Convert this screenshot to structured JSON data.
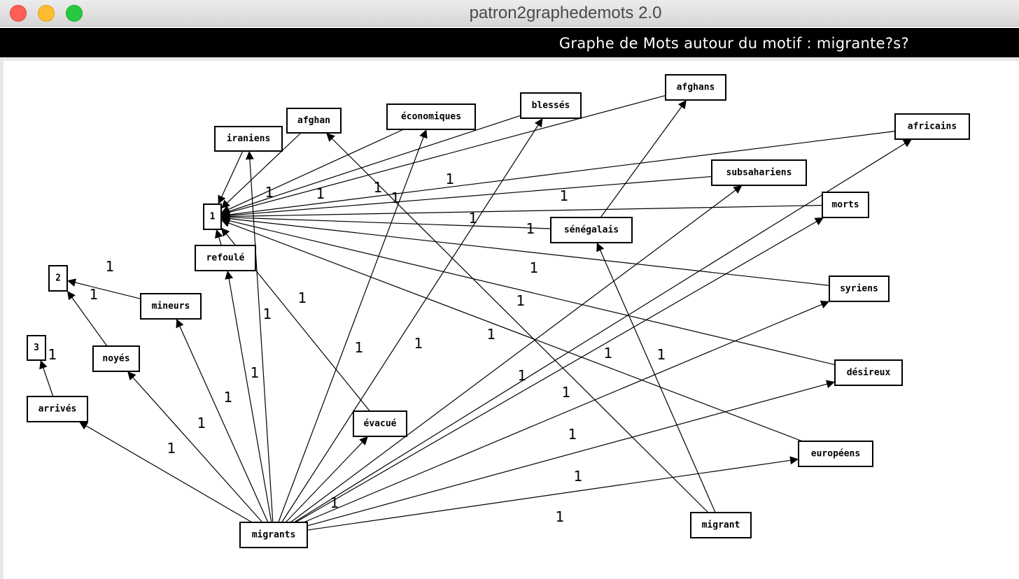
{
  "window": {
    "title": "patron2graphedemots 2.0",
    "colors": {
      "close": "#fe5f57",
      "minimize": "#febc2e",
      "maximize": "#28c840"
    }
  },
  "header": {
    "title": "Graphe de Mots autour du motif : migrante?s?"
  },
  "graph": {
    "nodes": [
      {
        "id": "one",
        "label": "1"
      },
      {
        "id": "two",
        "label": "2"
      },
      {
        "id": "three",
        "label": "3"
      },
      {
        "id": "iraniens",
        "label": "iraniens"
      },
      {
        "id": "afghan",
        "label": "afghan"
      },
      {
        "id": "economiques",
        "label": "économiques"
      },
      {
        "id": "blesses",
        "label": "blessés"
      },
      {
        "id": "afghans",
        "label": "afghans"
      },
      {
        "id": "africains",
        "label": "africains"
      },
      {
        "id": "subsahariens",
        "label": "subsahariens"
      },
      {
        "id": "morts",
        "label": "morts"
      },
      {
        "id": "senegalais",
        "label": "sénégalais"
      },
      {
        "id": "syriens",
        "label": "syriens"
      },
      {
        "id": "refoule",
        "label": "refoulé"
      },
      {
        "id": "mineurs",
        "label": "mineurs"
      },
      {
        "id": "noyes",
        "label": "noyés"
      },
      {
        "id": "arrives",
        "label": "arrivés"
      },
      {
        "id": "evacue",
        "label": "évacué"
      },
      {
        "id": "desireux",
        "label": "désireux"
      },
      {
        "id": "europeens",
        "label": "européens"
      },
      {
        "id": "migrants",
        "label": "migrants"
      },
      {
        "id": "migrant",
        "label": "migrant"
      }
    ],
    "edges": [
      {
        "from": "iraniens",
        "to": "one",
        "label": ""
      },
      {
        "from": "afghan",
        "to": "one",
        "label": "1"
      },
      {
        "from": "economiques",
        "to": "one",
        "label": "1"
      },
      {
        "from": "blesses",
        "to": "one",
        "label": "1"
      },
      {
        "from": "afghans",
        "to": "one",
        "label": "1"
      },
      {
        "from": "africains",
        "to": "one",
        "label": "1"
      },
      {
        "from": "subsahariens",
        "to": "one",
        "label": "1"
      },
      {
        "from": "morts",
        "to": "one",
        "label": "1"
      },
      {
        "from": "senegalais",
        "to": "one",
        "label": "1"
      },
      {
        "from": "syriens",
        "to": "one",
        "label": "1"
      },
      {
        "from": "desireux",
        "to": "one",
        "label": "1"
      },
      {
        "from": "europeens",
        "to": "one",
        "label": "1"
      },
      {
        "from": "refoule",
        "to": "one",
        "label": ""
      },
      {
        "from": "mineurs",
        "to": "two",
        "label": "1"
      },
      {
        "from": "noyes",
        "to": "two",
        "label": "1"
      },
      {
        "from": "arrives",
        "to": "three",
        "label": "1"
      },
      {
        "from": "migrants",
        "to": "arrives",
        "label": "1"
      },
      {
        "from": "migrants",
        "to": "noyes",
        "label": "1"
      },
      {
        "from": "migrants",
        "to": "mineurs",
        "label": "1"
      },
      {
        "from": "migrants",
        "to": "refoule",
        "label": "1"
      },
      {
        "from": "migrants",
        "to": "iraniens",
        "label": "1"
      },
      {
        "from": "migrants",
        "to": "economiques",
        "label": "1"
      },
      {
        "from": "migrants",
        "to": "blesses",
        "label": "1"
      },
      {
        "from": "migrants",
        "to": "evacue",
        "label": "1"
      },
      {
        "from": "migrants",
        "to": "subsahariens",
        "label": "1"
      },
      {
        "from": "migrants",
        "to": "africains",
        "label": "1"
      },
      {
        "from": "migrants",
        "to": "morts",
        "label": "1"
      },
      {
        "from": "migrants",
        "to": "syriens",
        "label": "1"
      },
      {
        "from": "migrants",
        "to": "desireux",
        "label": "1"
      },
      {
        "from": "migrants",
        "to": "europeens",
        "label": "1"
      },
      {
        "from": "migrant",
        "to": "afghan",
        "label": "1"
      },
      {
        "from": "migrant",
        "to": "senegalais",
        "label": "1"
      },
      {
        "from": "senegalais",
        "to": "afghans",
        "label": ""
      },
      {
        "from": "evacue",
        "to": "one",
        "label": ""
      }
    ]
  }
}
